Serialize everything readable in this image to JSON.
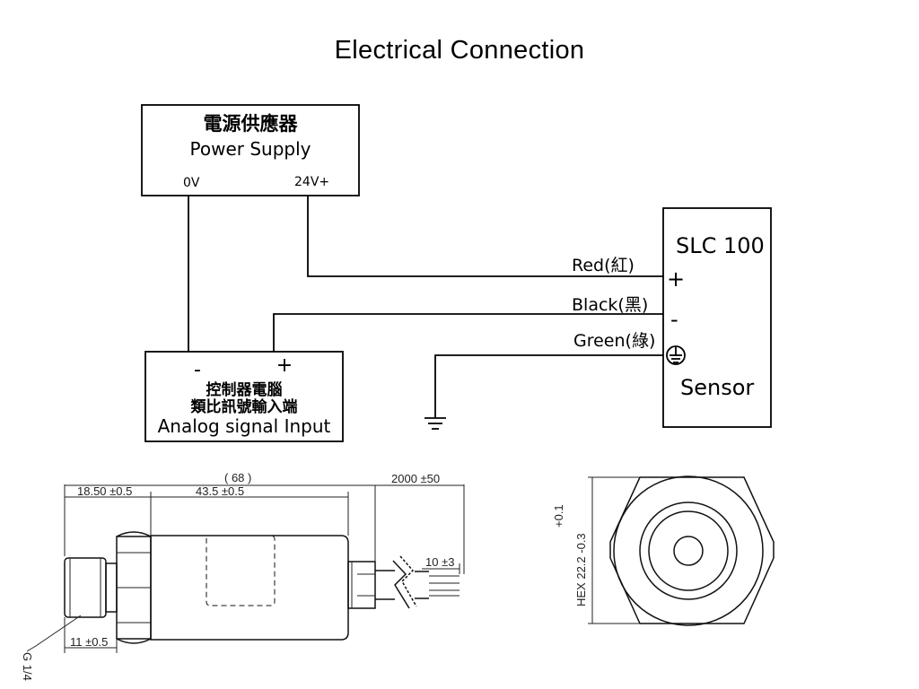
{
  "title": "Electrical Connection",
  "power_supply": {
    "name_cn": "電源供應器",
    "name_en": "Power Supply",
    "terminal_0v": "0V",
    "terminal_24v": "24V+"
  },
  "controller": {
    "minus": "-",
    "plus": "+",
    "line1_cn": "控制器電腦",
    "line2_cn": "類比訊號輸入端",
    "line3_en": "Analog signal Input"
  },
  "sensor": {
    "model": "SLC 100",
    "label": "Sensor",
    "plus": "+",
    "minus": "-"
  },
  "wires": {
    "red": "Red(紅)",
    "black": "Black(黑)",
    "green": "Green(綠)"
  },
  "dimensions": {
    "overall": "( 68 )",
    "left_section": "18.50 ±0.5",
    "body_length": "43.5 ±0.5",
    "cable_length": "2000 ±50",
    "strip_length": "10 ±3",
    "thread_length": "11 ±0.5",
    "thread_type": "G 1/4",
    "hex_size": "HEX 22.2 -0.3",
    "hex_tolerance_upper": "+0.1"
  },
  "colors": {
    "line": "#000000",
    "dimension": "#222222",
    "background": "#ffffff"
  },
  "icons": [
    "ground-icon",
    "earth-terminal-icon"
  ]
}
